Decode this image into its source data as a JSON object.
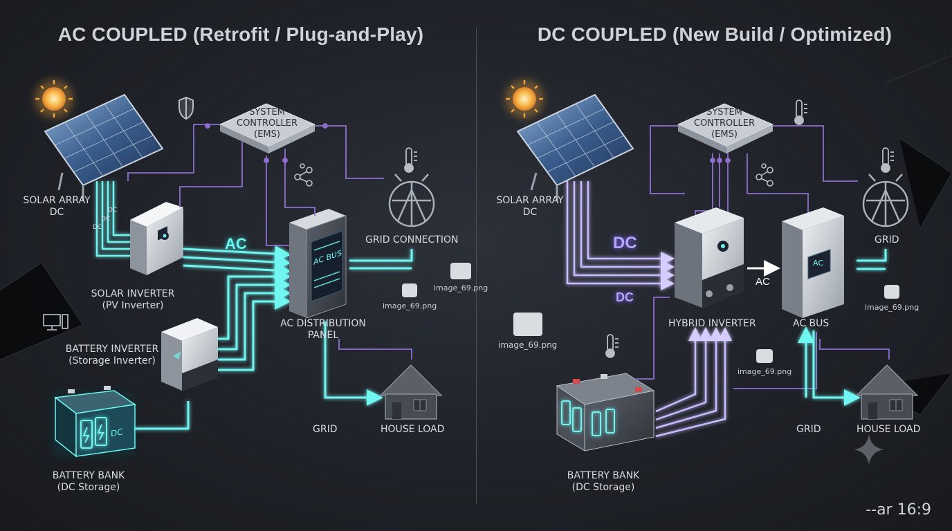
{
  "left": {
    "title": "AC COUPLED (Retrofit / Plug-and-Play)",
    "controller": "SYSTEM CONTROLLER (EMS)",
    "controller_lines": [
      "SYSTEM",
      "CONTROLLER",
      "(EMS)"
    ],
    "solar_array": [
      "SOLAR ARRAY",
      "DC"
    ],
    "dc_wire_labels": [
      "DC",
      "DC",
      "DC"
    ],
    "solar_inverter": [
      "SOLAR INVERTER",
      "(PV Inverter)"
    ],
    "ac_flow": "AC",
    "panel_screen": "AC BUS",
    "distribution_panel": [
      "AC DISTRIBUTION",
      "PANEL"
    ],
    "grid_connection": "GRID CONNECTION",
    "battery_inverter": [
      "BATTERY INVERTER",
      "(Storage Inverter)"
    ],
    "battery_bank": [
      "BATTERY BANK",
      "(DC Storage)"
    ],
    "battery_tag": "DC",
    "grid": "GRID",
    "house_load": "HOUSE LOAD",
    "images": [
      "image_69.png",
      "image_69.png"
    ]
  },
  "right": {
    "title": "DC COUPLED (New Build / Optimized)",
    "controller_lines": [
      "SYSTEM",
      "CONTROLLER",
      "(EMS)"
    ],
    "solar_array": [
      "SOLAR ARRAY",
      "DC"
    ],
    "dc_flow_top": "DC",
    "dc_flow_bottom": "DC",
    "hybrid_inverter": "HYBRID INVERTER",
    "ac_arrow": "AC",
    "ac_bus_screen": "AC",
    "ac_bus": "AC BUS",
    "grid_top": "GRID",
    "grid": "GRID",
    "house_load": "HOUSE LOAD",
    "battery_bank": [
      "BATTERY BANK",
      "(DC Storage)"
    ],
    "images": [
      "image_69.png",
      "image_69.png",
      "image_69.png"
    ]
  },
  "footer": {
    "aspect": "--ar 16:9"
  },
  "colors": {
    "ac_cyan": "#5ef0ee",
    "dc_purple": "#b7a5ff",
    "control_line": "#8e6fd0",
    "background": "#1f2228"
  },
  "icons": [
    "sun-icon",
    "shield-icon",
    "thermometer-icon",
    "network-icon",
    "computer-icon",
    "grid-tower-icon",
    "house-icon",
    "sparkle-icon"
  ]
}
